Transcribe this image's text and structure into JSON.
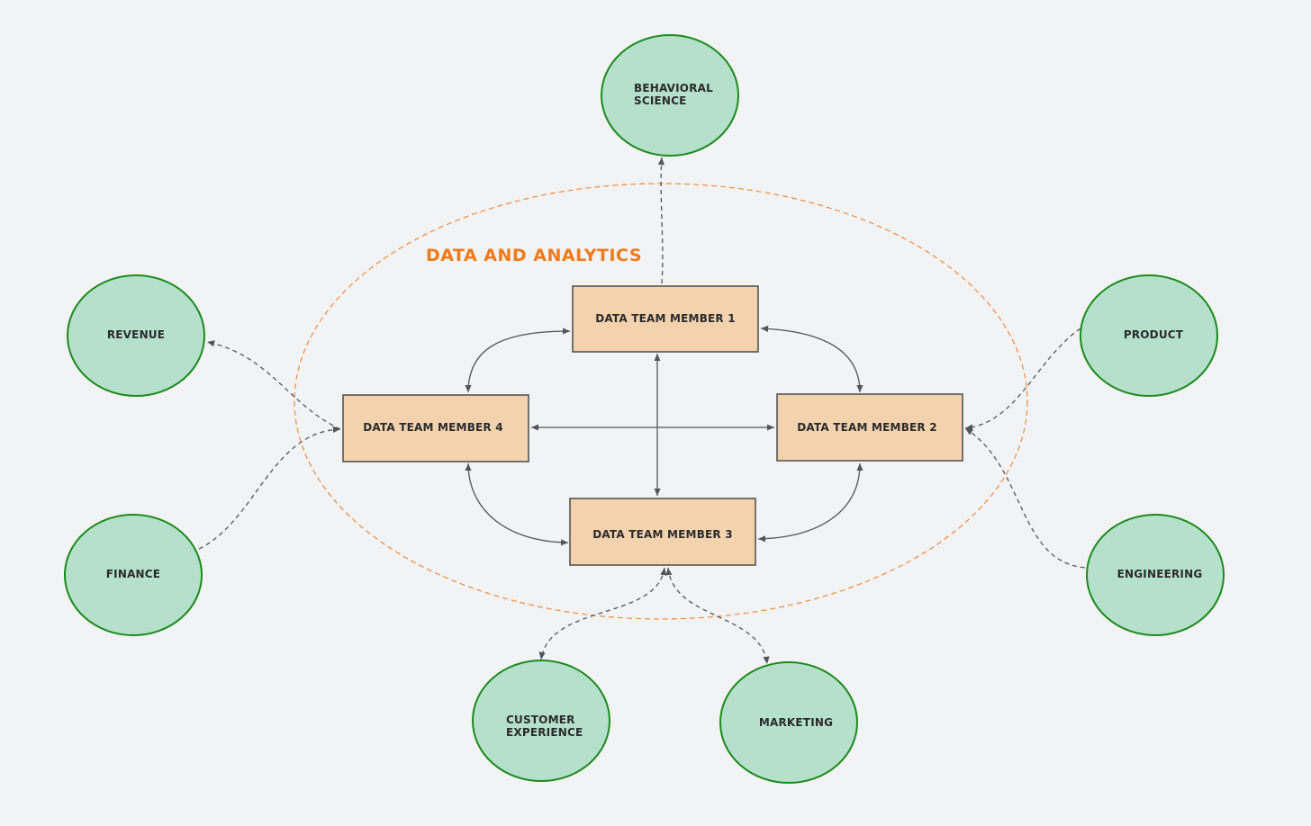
{
  "boundary": {
    "title": "DATA AND ANALYTICS",
    "title_color": "#f07a1a",
    "border_color": "#f08a3a"
  },
  "team": [
    {
      "id": "m1",
      "label": "DATA TEAM MEMBER 1"
    },
    {
      "id": "m2",
      "label": "DATA TEAM MEMBER 2"
    },
    {
      "id": "m3",
      "label": "DATA TEAM MEMBER 3"
    },
    {
      "id": "m4",
      "label": "DATA TEAM MEMBER 4"
    }
  ],
  "partners": [
    {
      "id": "behavioral-science",
      "lines": [
        "BEHAVIORAL",
        "SCIENCE"
      ]
    },
    {
      "id": "revenue",
      "lines": [
        "REVENUE"
      ]
    },
    {
      "id": "finance",
      "lines": [
        "FINANCE"
      ]
    },
    {
      "id": "product",
      "lines": [
        "PRODUCT"
      ]
    },
    {
      "id": "engineering",
      "lines": [
        "ENGINEERING"
      ]
    },
    {
      "id": "customer-experience",
      "lines": [
        "CUSTOMER",
        "EXPERIENCE"
      ]
    },
    {
      "id": "marketing",
      "lines": [
        "MARKETING"
      ]
    }
  ],
  "colors": {
    "partner_fill": "#b4e0cc",
    "partner_stroke": "#1d8a1d",
    "member_fill": "#f3d2ae",
    "member_stroke": "#555555",
    "connector": "#555555",
    "background": "#f2f3f5"
  }
}
